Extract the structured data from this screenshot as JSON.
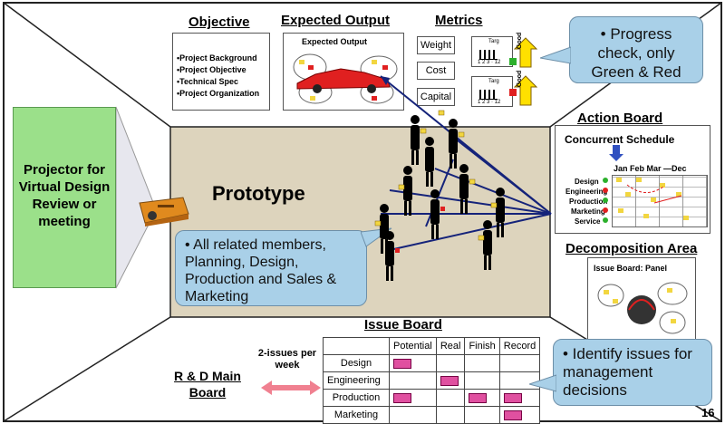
{
  "sections": {
    "objective": "Objective",
    "expected_output": "Expected Output",
    "metrics": "Metrics",
    "action_board": "Action Board",
    "decomposition_area": "Decomposition Area",
    "issue_board": "Issue Board"
  },
  "objective_items": [
    "•Project Background",
    "•Project Objective",
    "•Technical Spec",
    "•Project Organization"
  ],
  "expected_output_inner": "Expected Output",
  "metrics": {
    "items": [
      "Weight",
      "Cost",
      "Capital"
    ],
    "targ": "Targ",
    "axis": "1 2 3 · 12",
    "good": "Good"
  },
  "callouts": {
    "progress": "• Progress check, only Green & Red",
    "members": "• All related members, Planning, Design, Production and Sales & Marketing",
    "identify": "• Identify issues for management decisions"
  },
  "projector_label": "Projector for Virtual Design Review or meeting",
  "prototype": "Prototype",
  "concurrent_schedule": {
    "title": "Concurrent Schedule",
    "months": "Jan Feb Mar —Dec",
    "rows": [
      "Design",
      "Engineering",
      "Production",
      "Marketing",
      "Service"
    ]
  },
  "issue_board_panel": "Issue Board: Panel",
  "issue_table": {
    "headers": [
      "",
      "Potential",
      "Real",
      "Finish",
      "Record"
    ],
    "rows": [
      "Design",
      "Engineering",
      "Production",
      "Marketing"
    ]
  },
  "two_issues": "2-issues per week",
  "rd_main_board": "R & D Main Board",
  "page_number": "16",
  "colors": {
    "room_fill": "#ddd4bd",
    "projector_screen": "#9be08a",
    "callout": "#a9d0e8",
    "arrow": "#15237a"
  }
}
